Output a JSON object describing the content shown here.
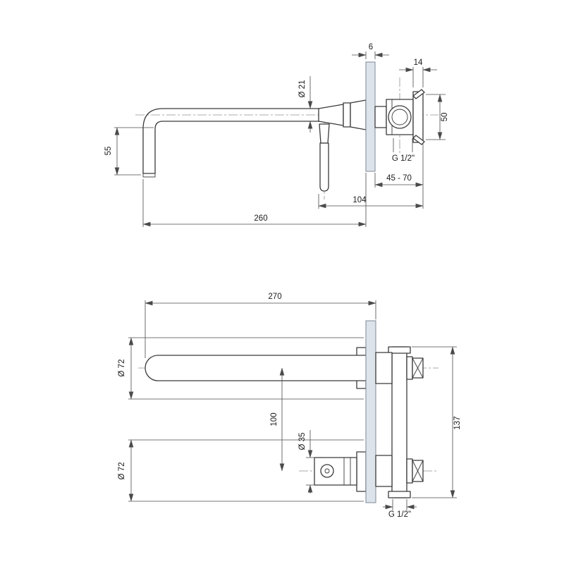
{
  "drawing": {
    "type": "technical-dimension-drawing",
    "subject": "wall-mounted basin mixer tap, side elevation and plan view",
    "colors": {
      "object_line": "#3a3a3a",
      "dimension_line": "#4a4a4a",
      "centerline": "#909090",
      "wall_plate_fill": "#dce3ea",
      "wall_plate_stroke": "#7e8995"
    },
    "side_view": {
      "dimensions": {
        "plate_thickness": "6",
        "bracket_width": "14",
        "spout_diameter": "Ø 21",
        "body_height": "50",
        "spout_drop": "55",
        "thread": "G 1/2\"",
        "wall_adjust_range": "45 - 70",
        "body_depth": "104",
        "spout_reach": "260"
      }
    },
    "plan_view": {
      "dimensions": {
        "overall_reach": "270",
        "spout_plate_diameter": "Ø 72",
        "centres_distance": "100",
        "handle_diameter": "Ø 35",
        "handle_plate_diameter": "Ø 72",
        "body_width": "137",
        "thread": "G 1/2\""
      }
    }
  }
}
